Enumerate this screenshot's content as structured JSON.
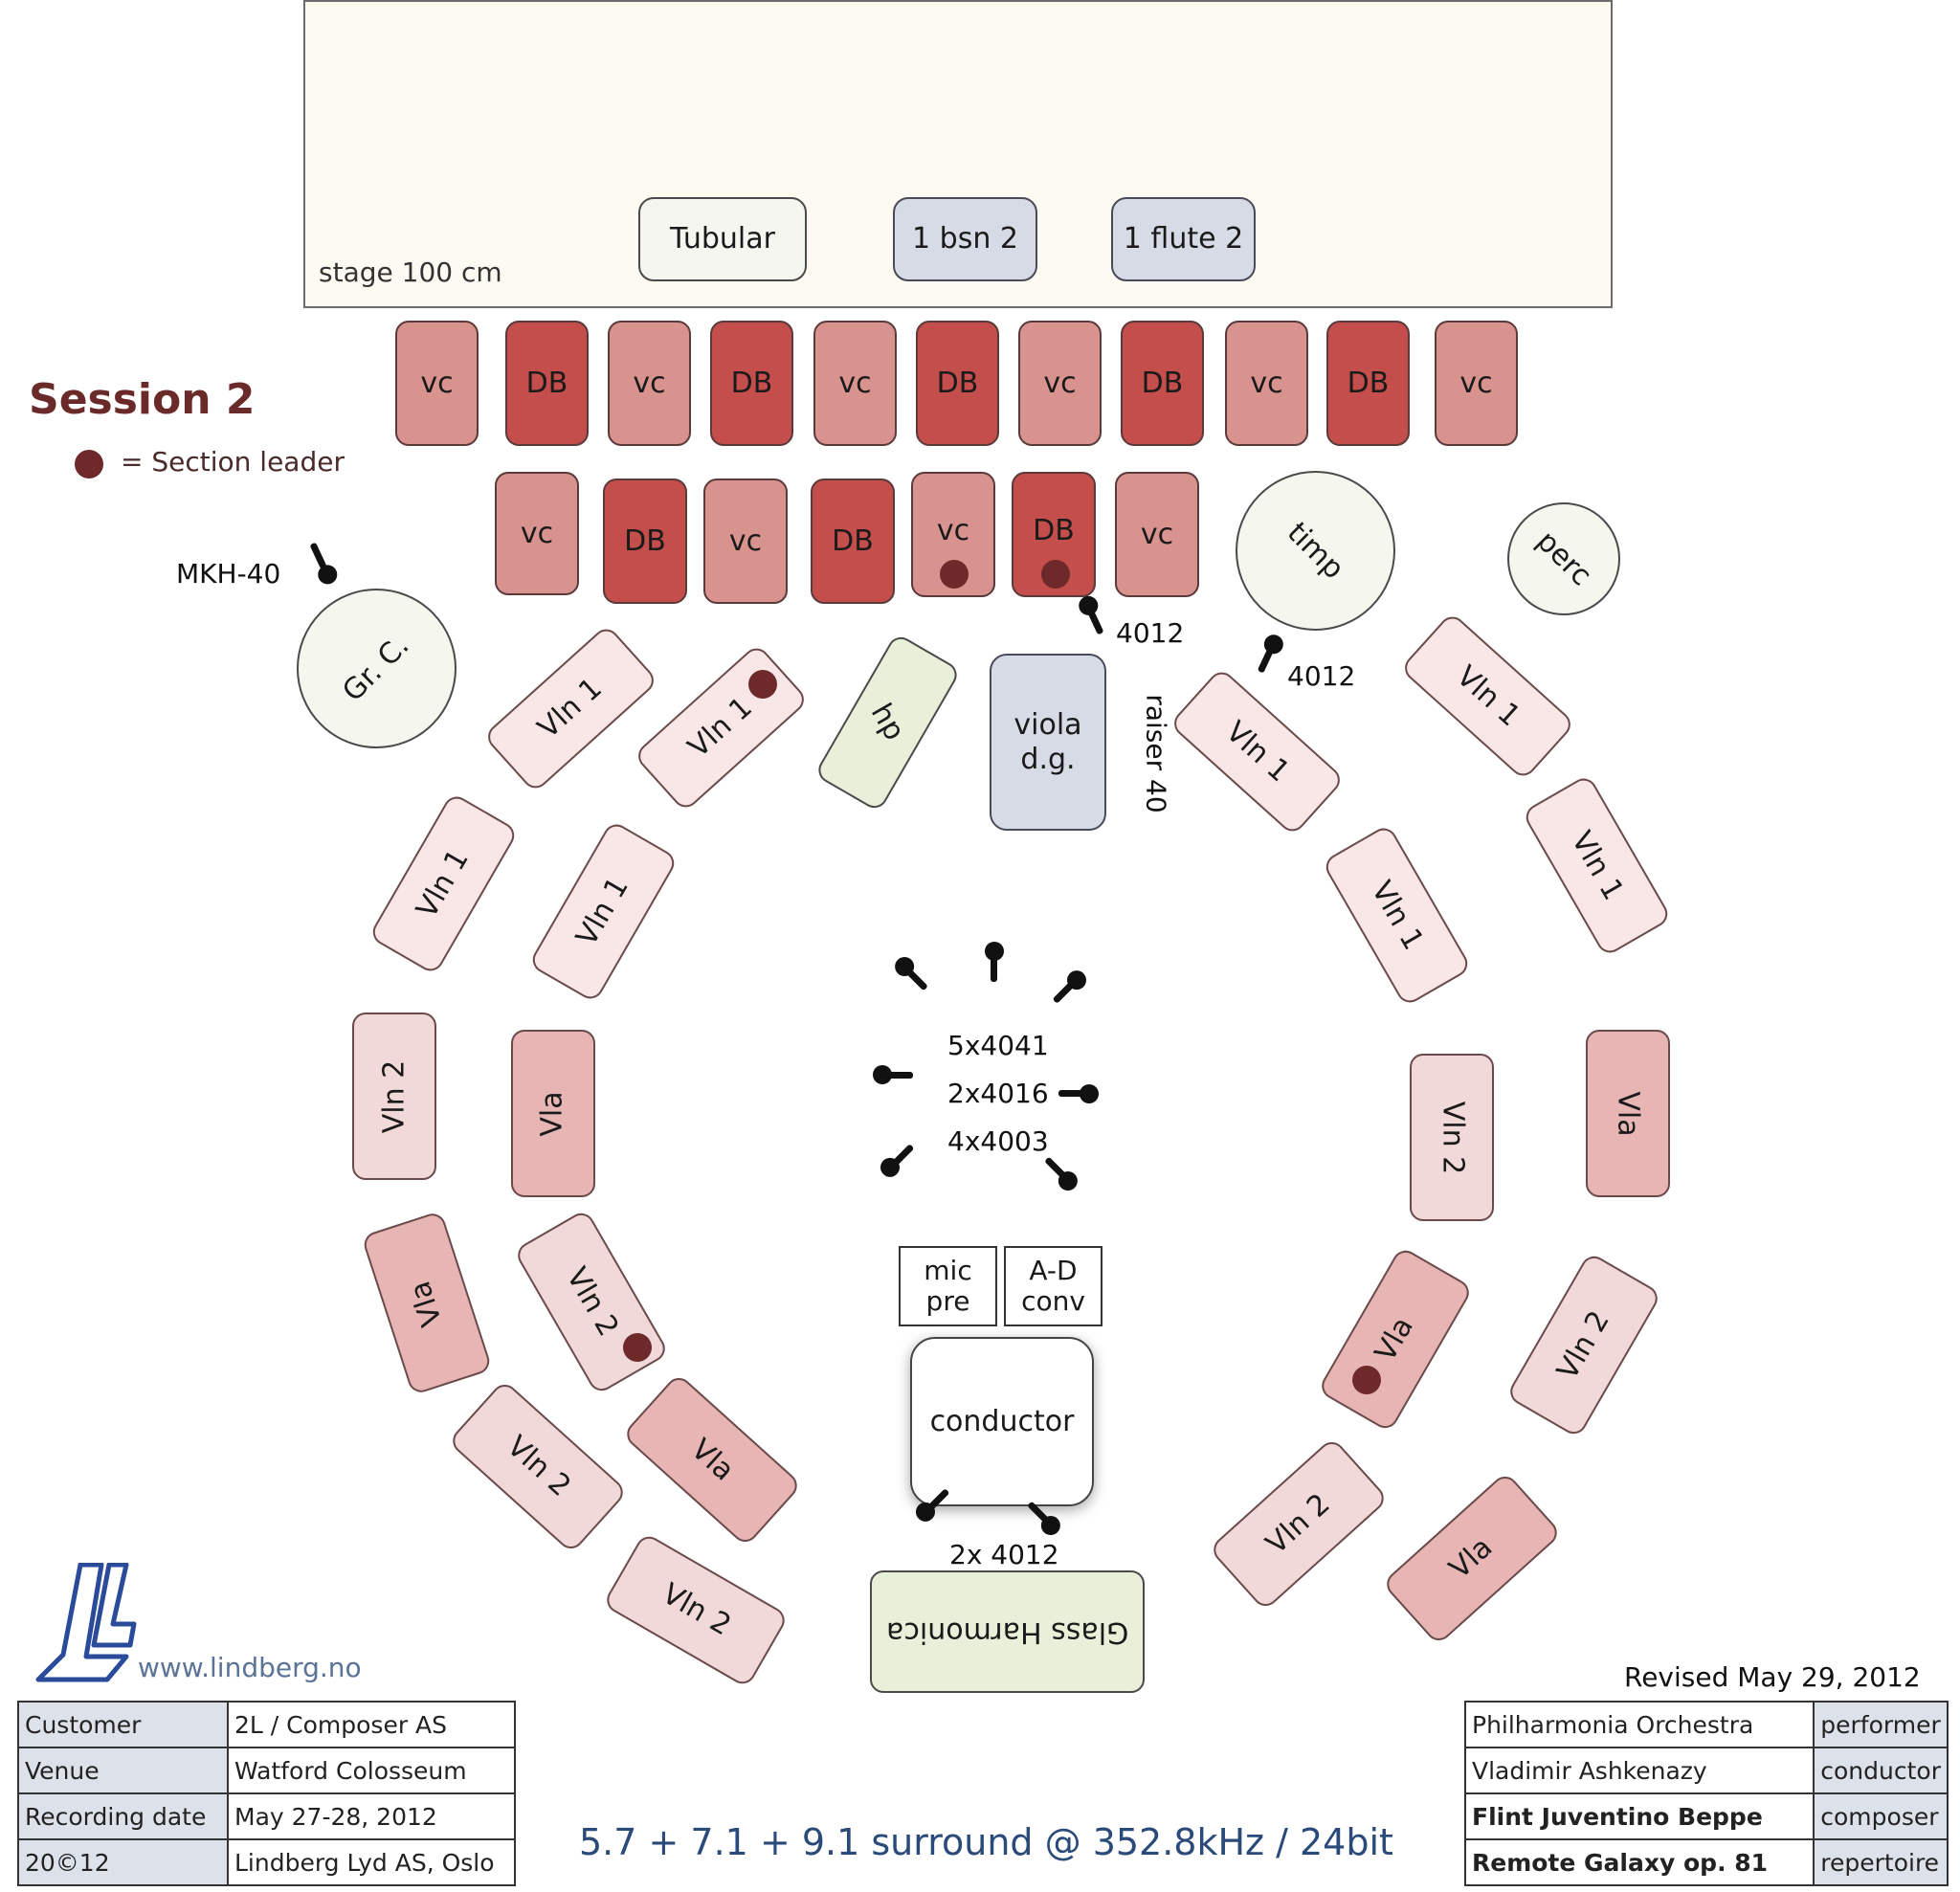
{
  "title": "Session 2",
  "legend": {
    "text": "= Section leader"
  },
  "stage": {
    "label": "stage 100 cm",
    "instruments": [
      "Tubular",
      "1 bsn 2",
      "1 flute 2"
    ]
  },
  "row1": [
    "vc",
    "DB",
    "vc",
    "DB",
    "vc",
    "DB",
    "vc",
    "DB",
    "vc",
    "DB",
    "vc"
  ],
  "row2": [
    "vc",
    "DB",
    "vc",
    "DB",
    "vc",
    "DB",
    "vc"
  ],
  "instruments": {
    "timp": "timp",
    "perc": "perc",
    "gr_c": "Gr. C.",
    "hp": "hp",
    "viola_dg_line1": "viola",
    "viola_dg_line2": "d.g.",
    "vln1": "Vln 1",
    "vln2": "Vln 2",
    "vla": "Vla",
    "glass": "Glass Harmonica",
    "conductor": "conductor"
  },
  "mics": {
    "mkh": "MKH-40",
    "m4012": "4012",
    "raiser": "raiser 40",
    "center": [
      "5x4041",
      "2x4016",
      "4x4003"
    ],
    "front": "2x 4012",
    "mic_pre_1": "mic",
    "mic_pre_2": "pre",
    "ad_1": "A-D",
    "ad_2": "conv"
  },
  "footer": {
    "website": "www.lindberg.no",
    "left_table": [
      [
        "Customer",
        "2L / Composer AS"
      ],
      [
        "Venue",
        "Watford Colosseum"
      ],
      [
        "Recording date",
        "May 27-28, 2012"
      ],
      [
        "20©12",
        "Lindberg Lyd AS, Oslo"
      ]
    ],
    "surround": "5.7 + 7.1 + 9.1 surround @  352.8kHz / 24bit",
    "revised": "Revised May 29, 2012",
    "right_table": [
      [
        "Philharmonia Orchestra",
        "performer"
      ],
      [
        "Vladimir Ashkenazy",
        "conductor"
      ],
      [
        "Flint Juventino Beppe",
        "composer"
      ],
      [
        "Remote Galaxy op. 81",
        "repertoire"
      ]
    ]
  },
  "colors": {
    "vc": "#d9938f",
    "db": "#c34e4b",
    "leader": "#6e2a2a",
    "title": "#6b2a2a",
    "surround": "#2a4a7a"
  }
}
